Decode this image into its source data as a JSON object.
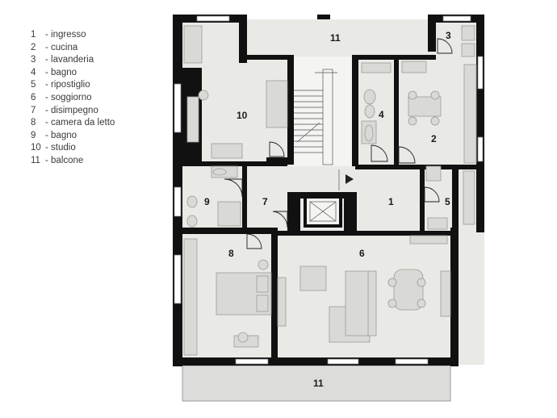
{
  "legend": [
    {
      "num": "1",
      "label": "- ingresso"
    },
    {
      "num": "2",
      "label": "- cucina"
    },
    {
      "num": "3",
      "label": "- lavanderia"
    },
    {
      "num": "4",
      "label": "- bagno"
    },
    {
      "num": "5",
      "label": "- ripostiglio"
    },
    {
      "num": "6",
      "label": "- soggiorno"
    },
    {
      "num": "7",
      "label": "- disimpegno"
    },
    {
      "num": "8",
      "label": "- camera da letto"
    },
    {
      "num": "9",
      "label": "- bagno"
    },
    {
      "num": "10",
      "label": "- studio"
    },
    {
      "num": "11",
      "label": "- balcone"
    }
  ],
  "plan": {
    "rooms": {
      "r1": "1",
      "r2": "2",
      "r3": "3",
      "r4": "4",
      "r5": "5",
      "r6": "6",
      "r7": "7",
      "r8": "8",
      "r9": "9",
      "r10": "10",
      "r11_top": "11",
      "r11_bottom": "11"
    },
    "colors": {
      "floor": "#e9e9e6",
      "wall": "#111111",
      "balcony": "#dcdcda",
      "furniture": "#d9d9d6"
    }
  }
}
